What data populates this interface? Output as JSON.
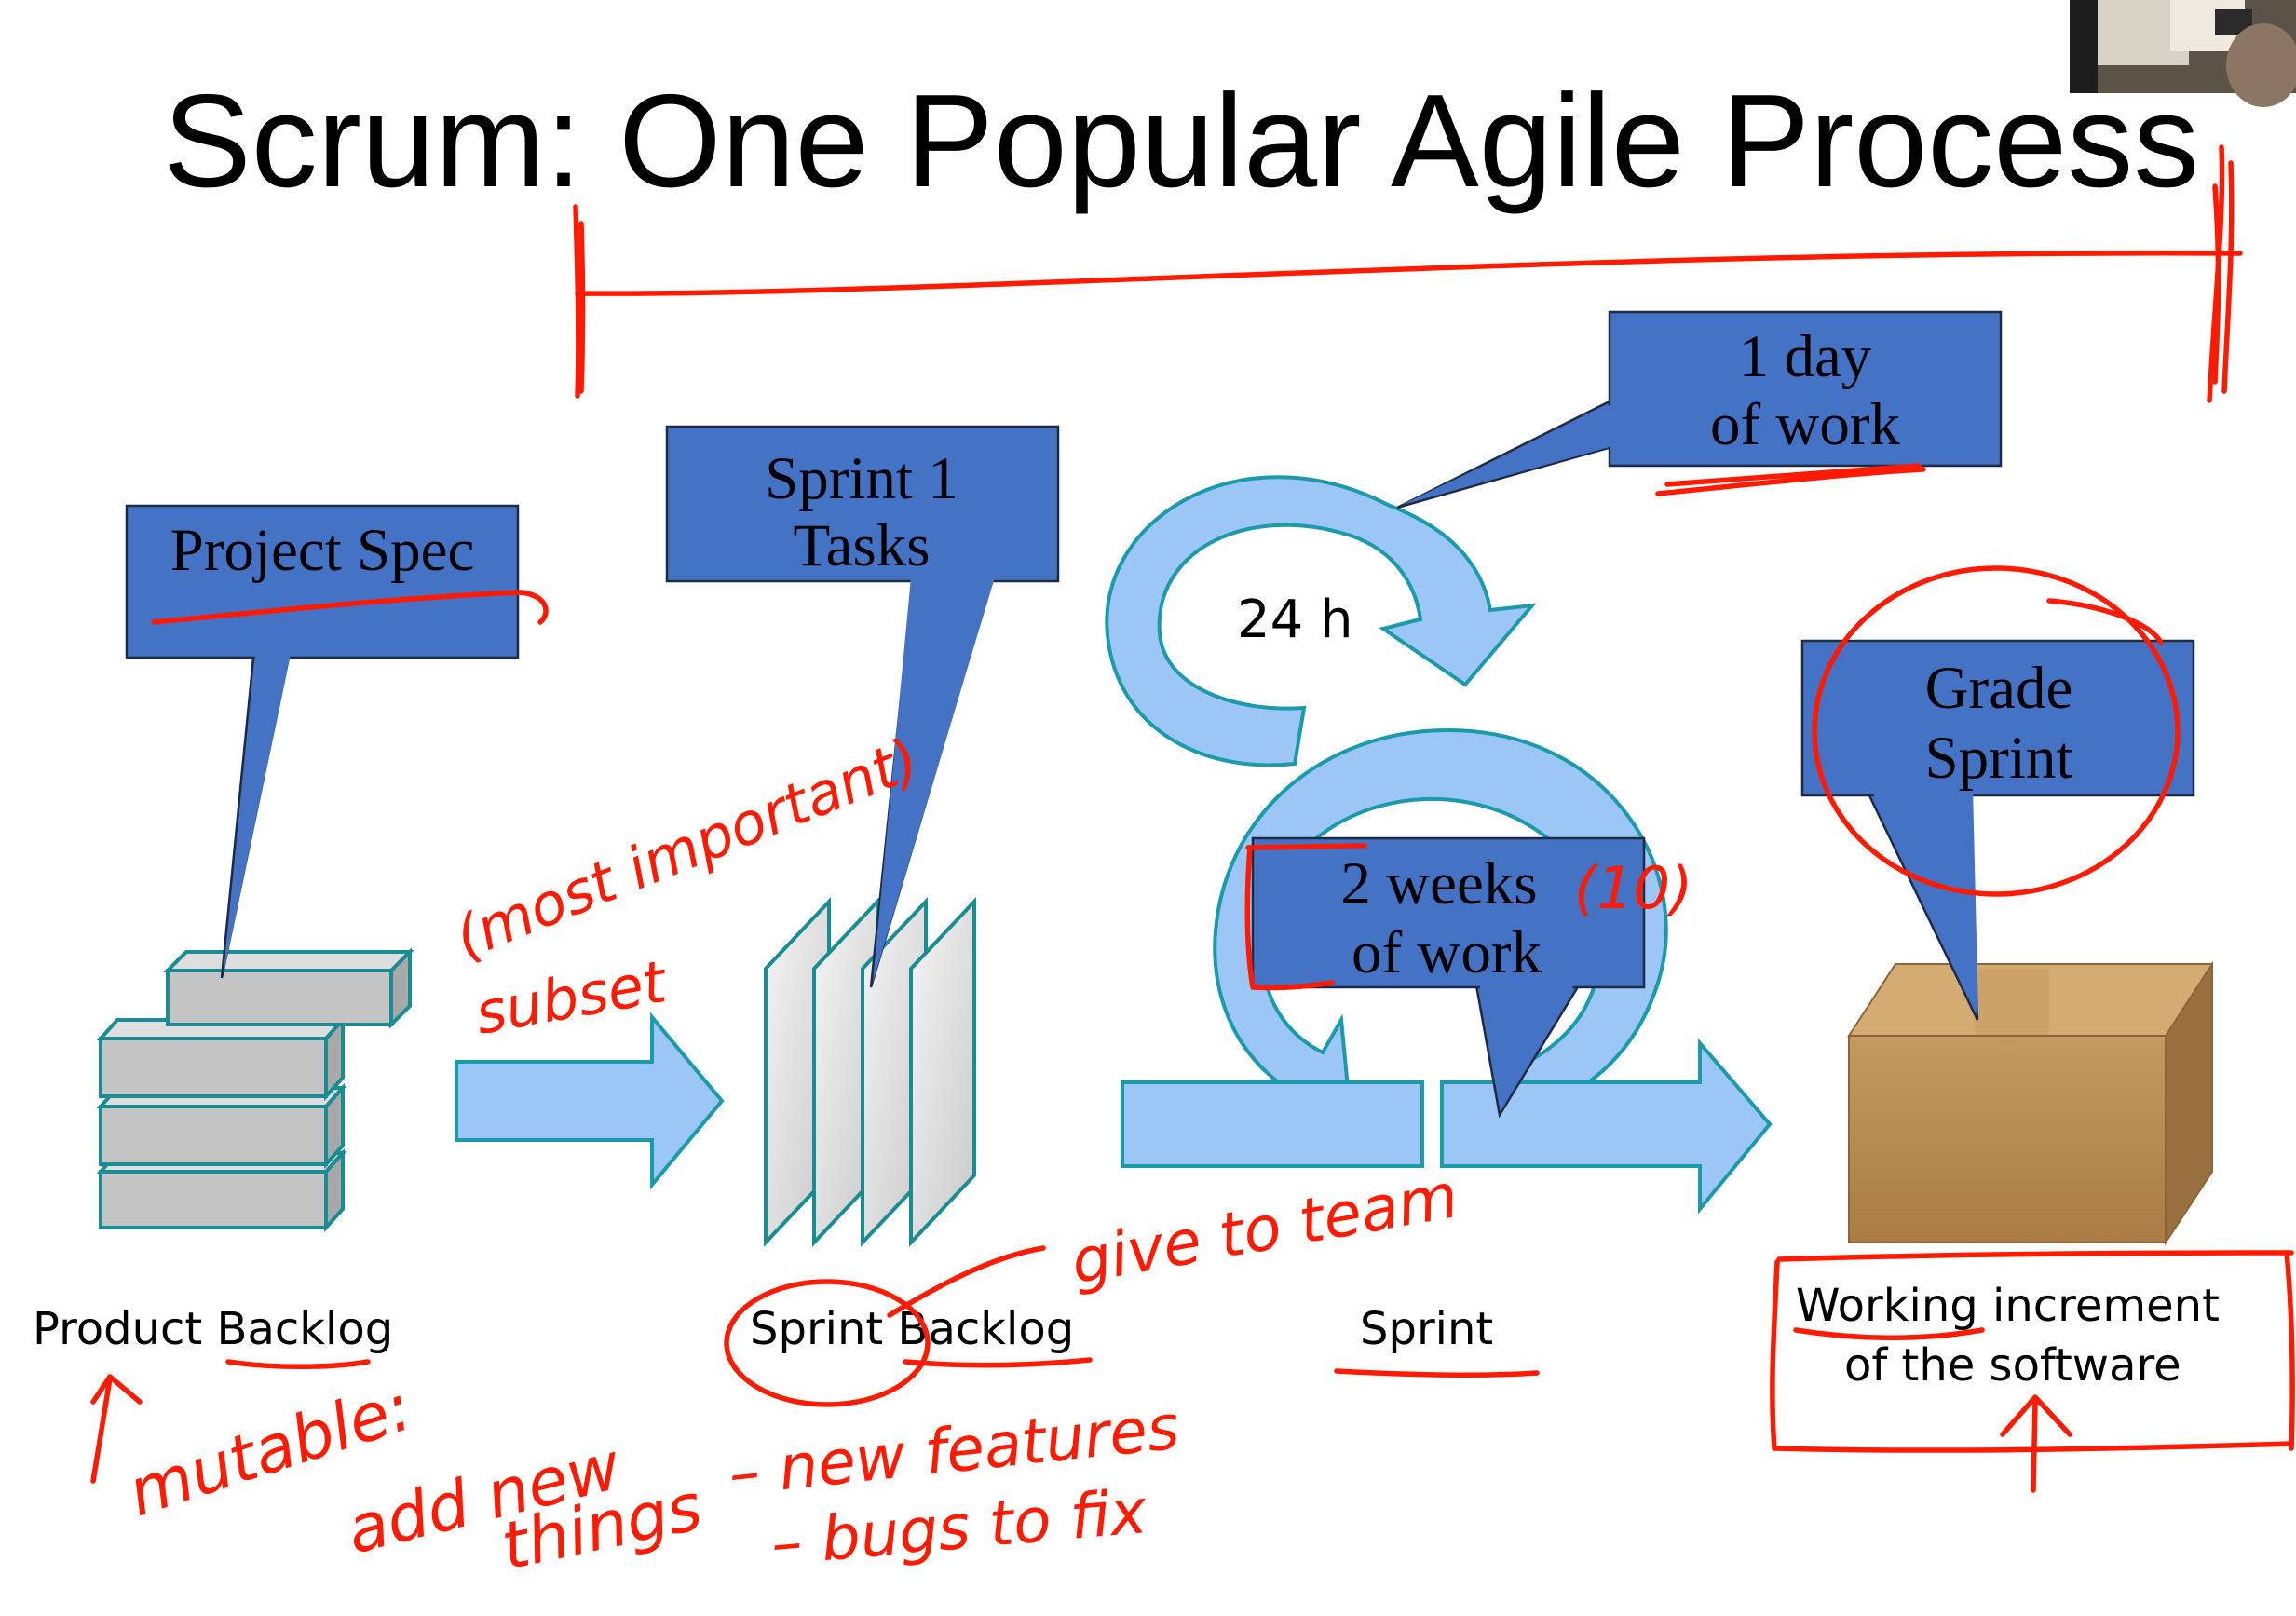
{
  "slide": {
    "title": "Scrum: One Popular Agile Process"
  },
  "callouts": {
    "project_spec": "Project Spec",
    "sprint_tasks_line1": "Sprint 1",
    "sprint_tasks_line2": "Tasks",
    "one_day_line1": "1 day",
    "one_day_line2": "of work",
    "two_weeks_line1": "2 weeks",
    "two_weeks_line2": "of work",
    "grade_line1": "Grade",
    "grade_line2": "Sprint"
  },
  "cycle_label": "24 h",
  "stage_labels": {
    "product_backlog": "Product Backlog",
    "sprint_backlog": "Sprint Backlog",
    "sprint": "Sprint",
    "working_line1": "Working increment",
    "working_line2": "of the software"
  },
  "annotations": {
    "most_important": "(most important)",
    "subset": "subset",
    "ten": "(10)",
    "give_to_team": "give to team",
    "mutable": "mutable:",
    "add_new": "add new",
    "things": "things",
    "new_features": "– new features",
    "bugs_to_fix": "– bugs to fix"
  },
  "colors": {
    "callout_fill": "#4472c4",
    "arrow_fill": "#9cc6f5",
    "annotation_ink": "#ff1a00",
    "box_brown": "#b98b50"
  },
  "icons": {
    "product_backlog": "stacked-blocks-icon",
    "sprint_backlog": "stacked-sheets-icon",
    "sprint": "cycle-arrows-icon",
    "increment": "cardboard-box-icon"
  }
}
